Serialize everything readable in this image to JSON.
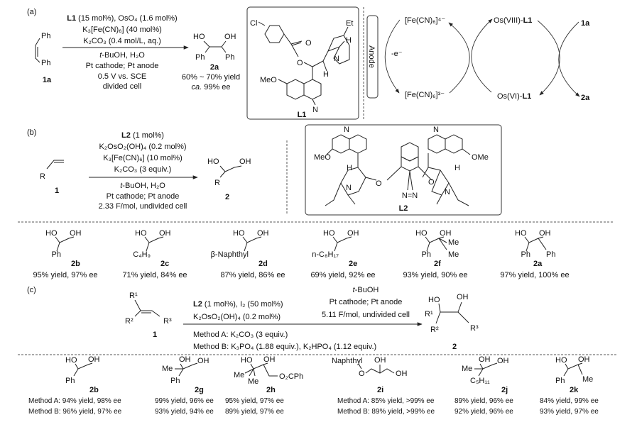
{
  "panel_a": {
    "label": "(a)",
    "substrate": {
      "ph_top": "Ph",
      "ph_bottom": "Ph",
      "id": "1a"
    },
    "conditions_above": {
      "ligand": "L1",
      "line1_rest": " (15 mol%), OsO₄ (1.6 mol%)",
      "line2": "K₃[Fe(CN)₆] (40 mol%)",
      "line3": "K₂CO₃ (0.4 mol/L, aq.)"
    },
    "conditions_below": {
      "solvent_italic": "t",
      "solvent_rest": "-BuOH, H₂O",
      "electrodes": "Pt cathode; Pt anode",
      "potential": "0.5 V vs. SCE",
      "cell": "divided cell"
    },
    "product": {
      "ho": "HO",
      "oh": "OH",
      "ph_left": "Ph",
      "ph_right": "Ph",
      "id": "2a",
      "yield": "60% ~ 70% yield",
      "ee_prefix_italic": "ca.",
      "ee_rest": " 99% ee"
    },
    "ligand_L1": {
      "cl": "Cl",
      "o_carbonyl": "O",
      "o_ester": "O",
      "meo": "MeO",
      "n_quinoline": "N",
      "n_quinuclidine": "N",
      "h1": "H",
      "h2": "H",
      "et": "Et",
      "label": "L1"
    },
    "cycle": {
      "anode": "Anode",
      "electron": "-e⁻",
      "fe_reduced": "[Fe(CN)₆]⁴⁻",
      "fe_oxidized": "[Fe(CN)₆]³⁻",
      "os_viii": "Os(VIII)-",
      "os_vi": "Os(VI)-",
      "ligand": "L1",
      "substrate": "1a",
      "product": "2a"
    }
  },
  "panel_b": {
    "label": "(b)",
    "substrate": {
      "r": "R",
      "id": "1"
    },
    "conditions_above": {
      "ligand": "L2",
      "line1_rest": " (1 mol%)",
      "line2": "K₂OsO₂(OH)₄ (0.2 mol%)",
      "line3": "K₃[Fe(CN)₆] (10 mol%)",
      "line4": "K₂CO₃ (3 equiv.)"
    },
    "conditions_below": {
      "solvent_italic": "t",
      "solvent_rest": "-BuOH, H₂O",
      "electrodes": "Pt cathode; Pt anode",
      "charge": "2.33 F/mol, undivided cell"
    },
    "product": {
      "ho": "HO",
      "oh": "OH",
      "r": "R",
      "id": "2"
    },
    "ligand_L2": {
      "meo_left": "MeO",
      "ome_right": "OMe",
      "n_left": "N",
      "n_right": "N",
      "h_left": "H",
      "h_right": "H",
      "o_left": "O",
      "o_right": "O",
      "nn": "N=N",
      "nq_left": "N",
      "nq_right": "N",
      "label": "L2"
    },
    "scope": [
      {
        "id": "2b",
        "ho": "HO",
        "oh": "OH",
        "sub": "Ph",
        "result": "95% yield, 97% ee"
      },
      {
        "id": "2c",
        "ho": "HO",
        "oh": "OH",
        "sub": "C₄H₉",
        "result": "71% yield, 84% ee"
      },
      {
        "id": "2d",
        "ho": "HO",
        "oh": "OH",
        "sub": "β-Naphthyl",
        "result": "87% yield, 86% ee"
      },
      {
        "id": "2e",
        "ho": "HO",
        "oh": "OH",
        "sub": "n-C₈H₁₇",
        "result": "69% yield, 92% ee"
      },
      {
        "id": "2f",
        "ho": "HO",
        "oh": "OH",
        "sub": "Ph",
        "me1": "Me",
        "me2": "Me",
        "result": "93% yield, 90% ee"
      },
      {
        "id": "2a",
        "ho": "HO",
        "oh": "OH",
        "sub": "Ph",
        "sub2": "Ph",
        "result": "97% yield, 100% ee"
      }
    ]
  },
  "panel_c": {
    "label": "(c)",
    "substrate": {
      "r1": "R¹",
      "r2": "R²",
      "r3": "R³",
      "id": "1"
    },
    "conditions_above_left": {
      "ligand": "L2",
      "line1_rest": " (1 mol%), I₂ (50 mol%)",
      "line2": "K₂OsO₂(OH)₄ (0.2 mol%)"
    },
    "conditions_above_right": {
      "solvent_italic": "t",
      "solvent_rest": "-BuOH",
      "electrodes": "Pt cathode; Pt anode",
      "charge": "5.11 F/mol, undivided cell"
    },
    "conditions_below": {
      "method_a": "Method A: K₂CO₃ (3 equiv.)",
      "method_b": "Method B: K₃PO₄ (1.88 equiv.), K₂HPO₄ (1.12 equiv.)"
    },
    "product": {
      "ho": "HO",
      "oh": "OH",
      "r1": "R¹",
      "r2": "R²",
      "r3": "R³",
      "id": "2"
    },
    "scope": [
      {
        "id": "2b",
        "ho": "HO",
        "oh": "OH",
        "sub": "Ph",
        "method_a": "Method A: 94% yield, 98% ee",
        "method_b": "Method B: 96% yield, 97% ee"
      },
      {
        "id": "2g",
        "oh1": "OH",
        "oh2": "OH",
        "me": "Me",
        "sub": "Ph",
        "method_a": "99% yield, 96% ee",
        "method_b": "93% yield, 94% ee"
      },
      {
        "id": "2h",
        "ho": "HO",
        "oh": "OH",
        "me1": "Me",
        "me2": "Me",
        "ester": "O₂CPh",
        "method_a": "95% yield, 97% ee",
        "method_b": "89% yield, 97% ee"
      },
      {
        "id": "2i",
        "naphthyl": "Naphthyl",
        "o": "O",
        "oh1": "OH",
        "oh2": "OH",
        "method_a": "Method A: 85% yield, >99% ee",
        "method_b": "Method B: 89% yield, >99% ee"
      },
      {
        "id": "2j",
        "oh1": "OH",
        "oh2": "OH",
        "me": "Me",
        "sub": "C₅H₁₁",
        "method_a": "89% yield, 96% ee",
        "method_b": "92% yield, 96% ee"
      },
      {
        "id": "2k",
        "ho": "HO",
        "oh": "OH",
        "sub": "Ph",
        "me": "Me",
        "method_a": "84% yield, 99% ee",
        "method_b": "93% yield, 97% ee"
      }
    ]
  }
}
